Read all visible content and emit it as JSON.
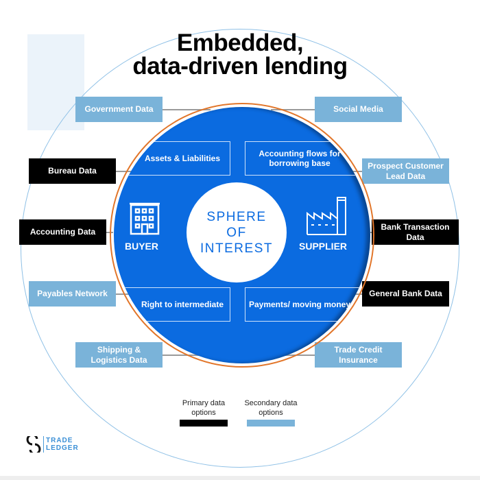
{
  "title": {
    "line1": "Embedded,",
    "line2": "data-driven lending"
  },
  "colors": {
    "primary": "#000000",
    "secondary": "#7ab3d9",
    "sphere": "#0b6be0",
    "ring": "#e2762a"
  },
  "left_sources": [
    {
      "label": "Government Data",
      "type": "secondary"
    },
    {
      "label": "Bureau Data",
      "type": "primary"
    },
    {
      "label": "Accounting Data",
      "type": "primary"
    },
    {
      "label": "Payables Network",
      "type": "secondary"
    },
    {
      "label": "Shipping & Logistics Data",
      "type": "secondary"
    }
  ],
  "right_sources": [
    {
      "label": "Social Media",
      "type": "secondary"
    },
    {
      "label": "Prospect Customer Lead Data",
      "type": "secondary"
    },
    {
      "label": "Bank Transaction Data",
      "type": "primary"
    },
    {
      "label": "General Bank Data",
      "type": "primary"
    },
    {
      "label": "Trade Credit Insurance",
      "type": "secondary"
    }
  ],
  "sphere": {
    "quadrants": [
      "Assets & Liabilities",
      "Accounting flows for borrowing base",
      "Right to intermediate",
      "Payments/ moving money"
    ],
    "buyer": "BUYER",
    "supplier": "SUPPLIER",
    "core": [
      "SPHERE",
      "OF",
      "INTEREST"
    ]
  },
  "legend": {
    "primary": "Primary data options",
    "secondary": "Secondary data options"
  },
  "logo": {
    "line1": "TRADE",
    "line2": "LEDGER"
  }
}
